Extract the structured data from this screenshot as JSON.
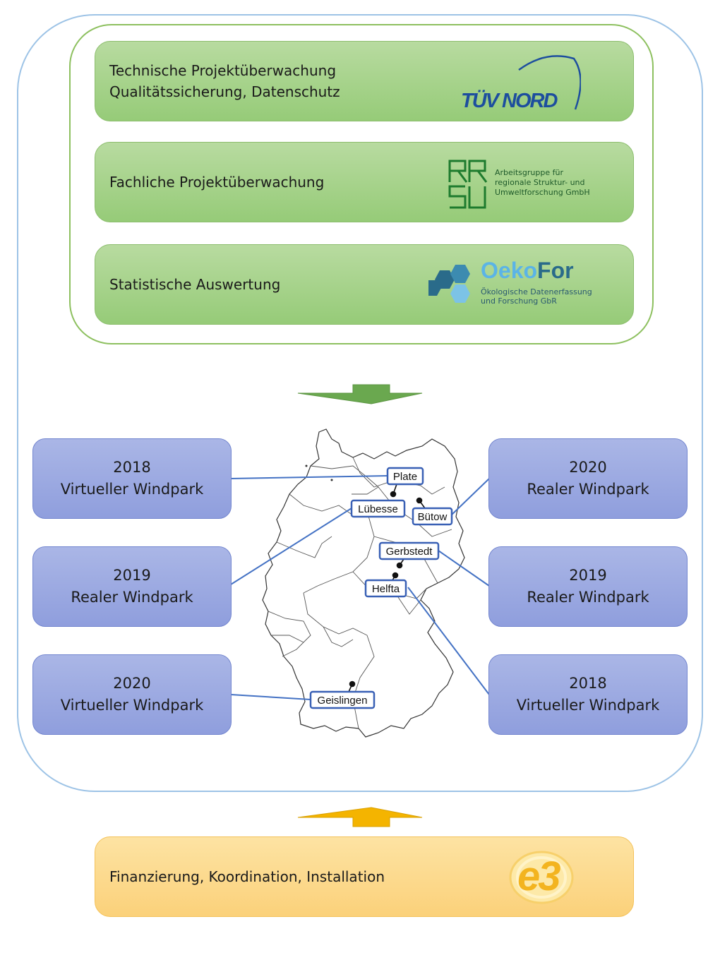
{
  "top_section": {
    "boxes": [
      {
        "lines": [
          "Technische Projektüberwachung",
          "Qualitätssicherung, Datenschutz"
        ],
        "logo": {
          "name": "tuv-nord-logo",
          "text": "TÜV NORD",
          "color": "#1d4e9e"
        }
      },
      {
        "lines": [
          "Fachliche Projektüberwachung"
        ],
        "logo": {
          "name": "arsu-logo",
          "mark": "ARSU",
          "text_lines": [
            "Arbeitsgruppe für",
            "regionale Struktur- und",
            "Umweltforschung GmbH"
          ],
          "color": "#1e7b2e"
        }
      },
      {
        "lines": [
          "Statistische Auswertung"
        ],
        "logo": {
          "name": "oekofor-logo",
          "title_part1": "Oeko",
          "title_part2": "For",
          "text_lines": [
            "Ökologische Datenerfassung",
            "und Forschung GbR"
          ],
          "color1": "#5bb4e6",
          "color2": "#2a6b8a"
        }
      }
    ]
  },
  "windparks": {
    "left": [
      {
        "year": "2018",
        "type": "Virtueller Windpark"
      },
      {
        "year": "2019",
        "type": "Realer Windpark"
      },
      {
        "year": "2020",
        "type": "Virtueller Windpark"
      }
    ],
    "right": [
      {
        "year": "2020",
        "type": "Realer Windpark"
      },
      {
        "year": "2019",
        "type": "Realer Windpark"
      },
      {
        "year": "2018",
        "type": "Virtueller Windpark"
      }
    ]
  },
  "map": {
    "locations": [
      "Plate",
      "Lübesse",
      "Bütow",
      "Gerbstedt",
      "Helfta",
      "Geislingen"
    ]
  },
  "bottom_section": {
    "text": "Finanzierung, Koordination, Installation",
    "logo": {
      "name": "e3-logo",
      "text": "e3",
      "color": "#f3b41f"
    }
  },
  "colors": {
    "green_arrow": "#6aa84f",
    "orange_arrow": "#f4b400",
    "connector": "#4472c4"
  }
}
